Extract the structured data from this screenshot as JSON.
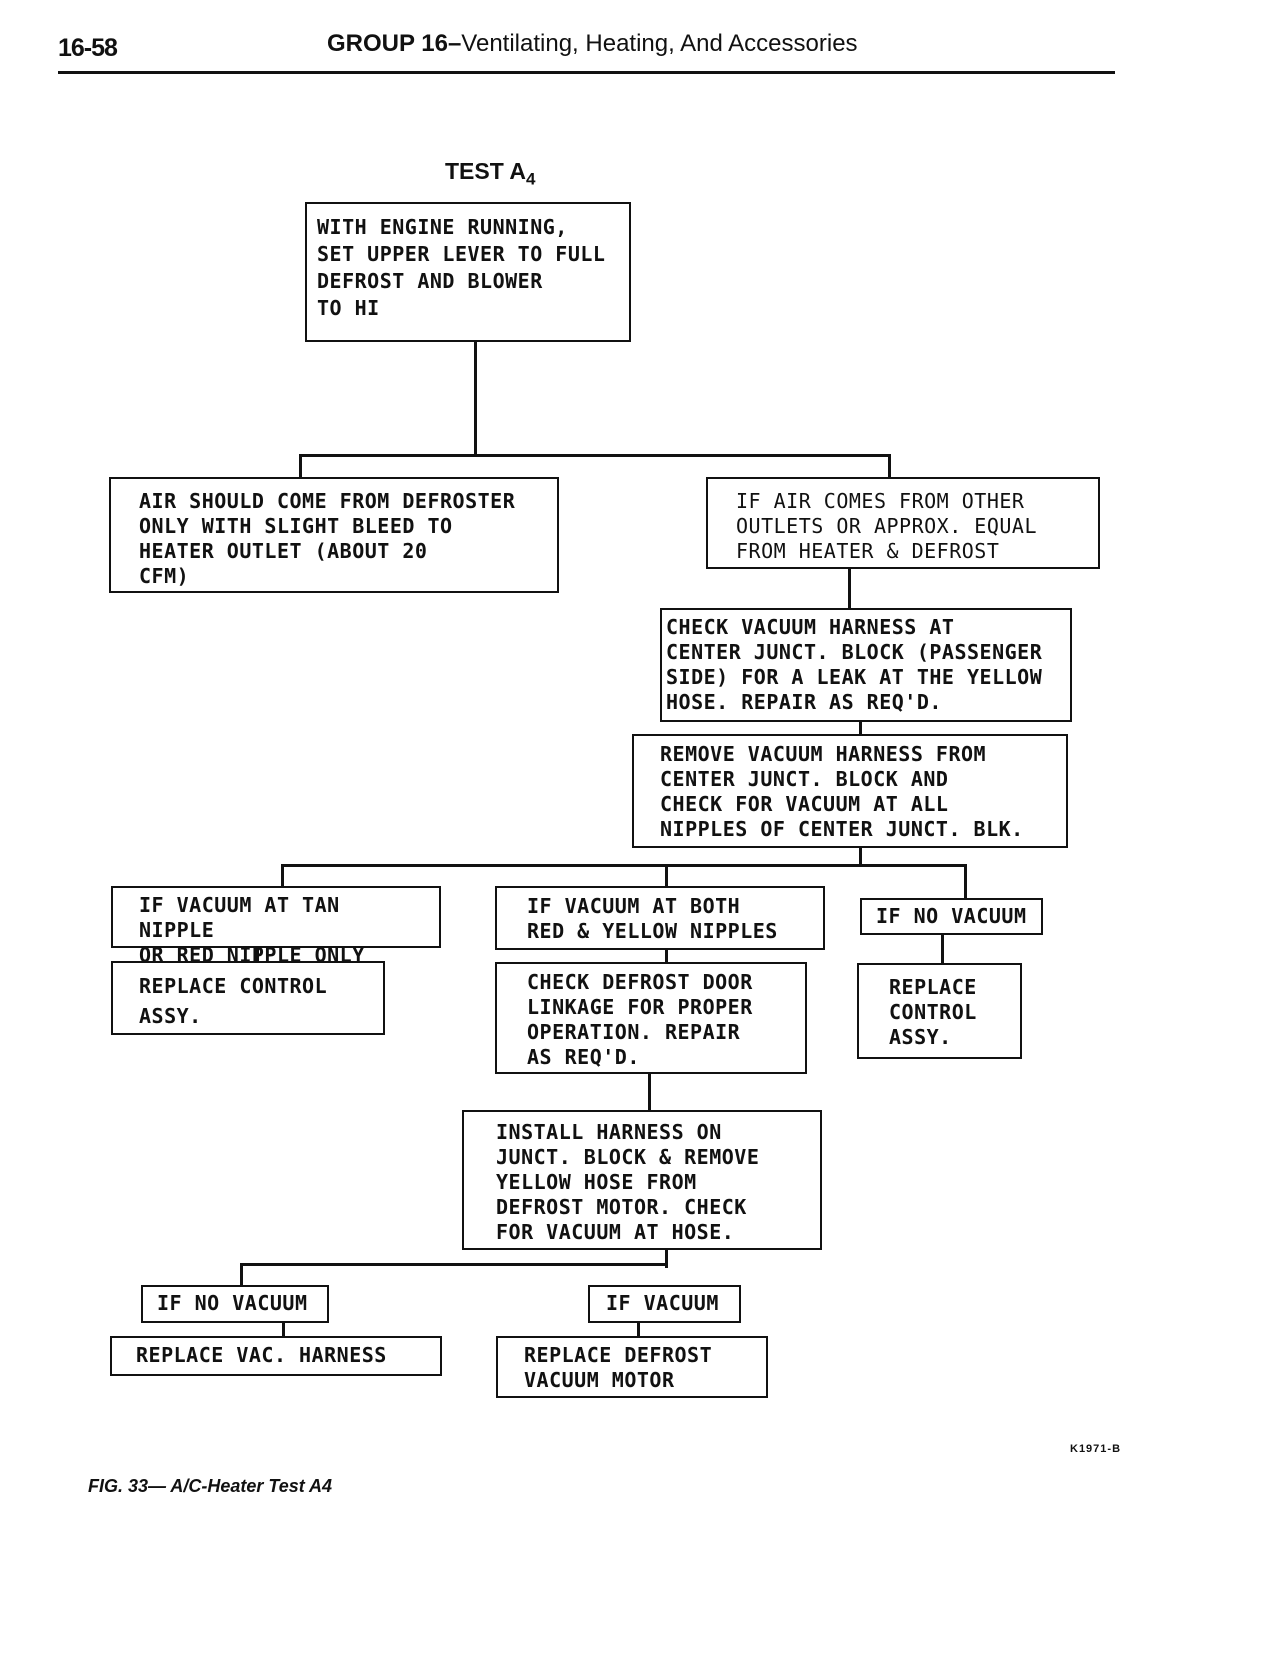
{
  "page": {
    "number": "16-58",
    "header_group": "GROUP 16–",
    "header_subject": "Ventilating, Heating, And Accessories",
    "figure_code": "K1971-B",
    "caption": "FIG. 33— A/C-Heater Test A4"
  },
  "test": {
    "title": "TEST A",
    "subscript": "4"
  },
  "nodes": {
    "start": "WITH ENGINE RUNNING,\nSET UPPER LEVER TO FULL\nDEFROST AND BLOWER\nTO HI",
    "air_defroster": "AIR SHOULD COME FROM DEFROSTER\nONLY WITH SLIGHT BLEED TO\nHEATER OUTLET (ABOUT 20\nCFM)",
    "air_other": "IF AIR COMES FROM OTHER\nOUTLETS OR APPROX. EQUAL\nFROM HEATER & DEFROST",
    "check_harness": "CHECK VACUUM HARNESS AT\nCENTER JUNCT. BLOCK (PASSENGER\nSIDE) FOR A LEAK AT THE YELLOW\nHOSE.  REPAIR AS REQ'D.",
    "remove_harness": "REMOVE VACUUM HARNESS FROM\nCENTER JUNCT. BLOCK AND\nCHECK FOR VACUUM AT ALL\nNIPPLES OF CENTER JUNCT. BLK.",
    "vac_tan_red": "IF VACUUM AT TAN NIPPLE\nOR RED NIPPLE ONLY",
    "vac_both": "IF VACUUM AT BOTH\nRED & YELLOW NIPPLES",
    "no_vac_1": "IF NO VACUUM",
    "replace_control_1": "REPLACE CONTROL\n     ASSY.",
    "check_door": "CHECK DEFROST DOOR\nLINKAGE FOR PROPER\nOPERATION.  REPAIR\nAS REQ'D.",
    "replace_control_2": "REPLACE\nCONTROL\nASSY.",
    "install_harness": "INSTALL  HARNESS ON\nJUNCT. BLOCK & REMOVE\nYELLOW HOSE FROM\nDEFROST MOTOR.  CHECK\nFOR VACUUM AT HOSE.",
    "no_vac_2": "IF NO VACUUM",
    "vac_yes": "IF VACUUM",
    "replace_harness": "REPLACE VAC. HARNESS",
    "replace_motor": "REPLACE DEFROST\nVACUUM MOTOR"
  }
}
